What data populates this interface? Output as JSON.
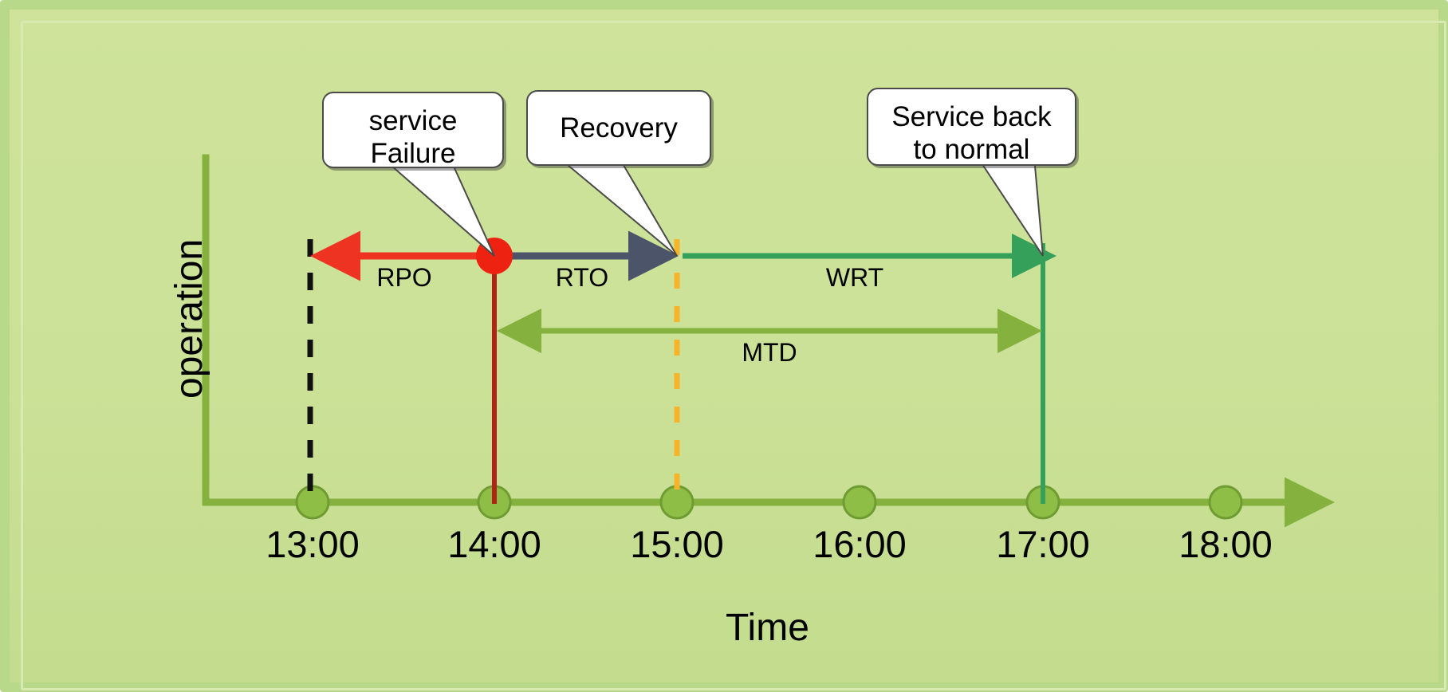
{
  "figure": {
    "background_color": "#cbe197",
    "border_color": "#b9d98a",
    "axis_color": "#7fb03a"
  },
  "axes": {
    "y_label": "operation",
    "x_label": "Time",
    "x_ticks": [
      "13:00",
      "14:00",
      "15:00",
      "16:00",
      "17:00",
      "18:00"
    ]
  },
  "callouts": [
    {
      "name": "service-failure",
      "line1": "service",
      "line2": "Failure"
    },
    {
      "name": "recovery",
      "line1": "Recovery",
      "line2": ""
    },
    {
      "name": "service-back-to-normal",
      "line1": "Service back",
      "line2": "to normal"
    }
  ],
  "markers": [
    {
      "name": "rpo-marker",
      "time": "13:00",
      "style": "dashed",
      "color": "#111111"
    },
    {
      "name": "failure-marker",
      "time": "14:00",
      "style": "solid",
      "color": "#b02418"
    },
    {
      "name": "recovery-marker",
      "time": "15:00",
      "style": "dashed",
      "color": "#f6b42a"
    },
    {
      "name": "normal-marker",
      "time": "17:00",
      "style": "solid",
      "color": "#34a05a"
    }
  ],
  "intervals": [
    {
      "name": "rpo",
      "label": "RPO",
      "from": "14:00",
      "to": "13:00",
      "color": "#ee3322",
      "direction": "left"
    },
    {
      "name": "rto",
      "label": "RTO",
      "from": "14:00",
      "to": "15:00",
      "color": "#4b5468",
      "direction": "right"
    },
    {
      "name": "wrt",
      "label": "WRT",
      "from": "15:00",
      "to": "17:00",
      "color": "#34a05a",
      "direction": "right"
    },
    {
      "name": "mtd",
      "label": "MTD",
      "from": "14:00",
      "to": "17:00",
      "color": "#85b23f",
      "direction": "both"
    }
  ],
  "chart_data": {
    "type": "line",
    "title": "",
    "xlabel": "Time",
    "ylabel": "operation",
    "categories": [
      "13:00",
      "14:00",
      "15:00",
      "16:00",
      "17:00",
      "18:00"
    ],
    "events": [
      {
        "time": "14:00",
        "event": "service Failure"
      },
      {
        "time": "15:00",
        "event": "Recovery"
      },
      {
        "time": "17:00",
        "event": "Service back to normal"
      }
    ],
    "spans": [
      {
        "label": "RPO",
        "start": "13:00",
        "end": "14:00"
      },
      {
        "label": "RTO",
        "start": "14:00",
        "end": "15:00"
      },
      {
        "label": "WRT",
        "start": "15:00",
        "end": "17:00"
      },
      {
        "label": "MTD",
        "start": "14:00",
        "end": "17:00"
      }
    ],
    "grid": false,
    "legend": "none"
  }
}
